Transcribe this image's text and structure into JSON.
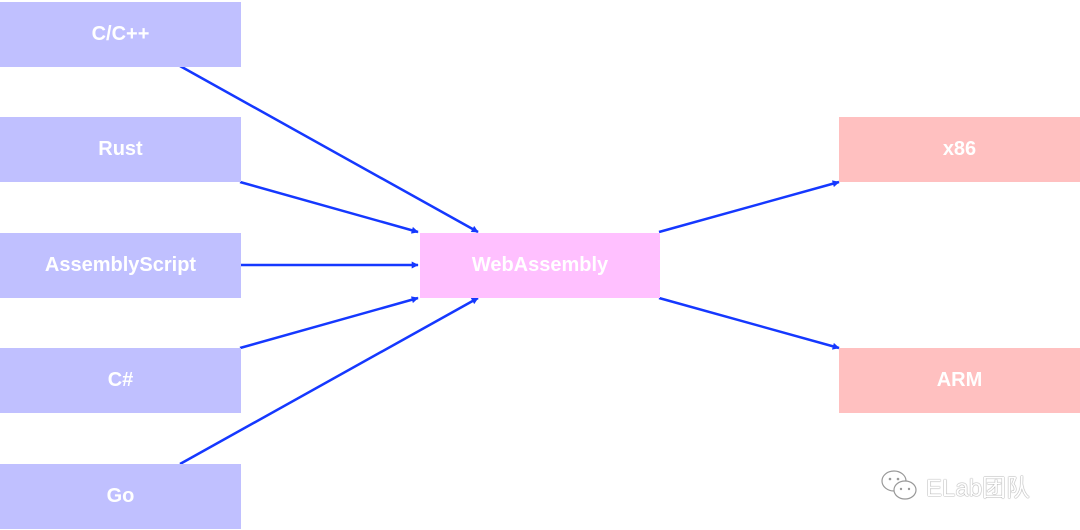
{
  "sources": [
    {
      "id": "cpp",
      "label": "C/C++"
    },
    {
      "id": "rust",
      "label": "Rust"
    },
    {
      "id": "as",
      "label": "AssemblyScript"
    },
    {
      "id": "cs",
      "label": "C#"
    },
    {
      "id": "go",
      "label": "Go"
    }
  ],
  "center": {
    "id": "wasm",
    "label": "WebAssembly"
  },
  "targets": [
    {
      "id": "x86",
      "label": "x86"
    },
    {
      "id": "arm",
      "label": "ARM"
    }
  ],
  "edges": [
    [
      "cpp",
      "wasm"
    ],
    [
      "rust",
      "wasm"
    ],
    [
      "as",
      "wasm"
    ],
    [
      "cs",
      "wasm"
    ],
    [
      "go",
      "wasm"
    ],
    [
      "wasm",
      "x86"
    ],
    [
      "wasm",
      "arm"
    ]
  ],
  "colors": {
    "source": "#c0c0ff",
    "center": "#ffc0ff",
    "target": "#ffc0c0",
    "arrow": "#1538ff"
  },
  "watermark": {
    "icon": "wechat-icon",
    "text": "ELab团队"
  }
}
